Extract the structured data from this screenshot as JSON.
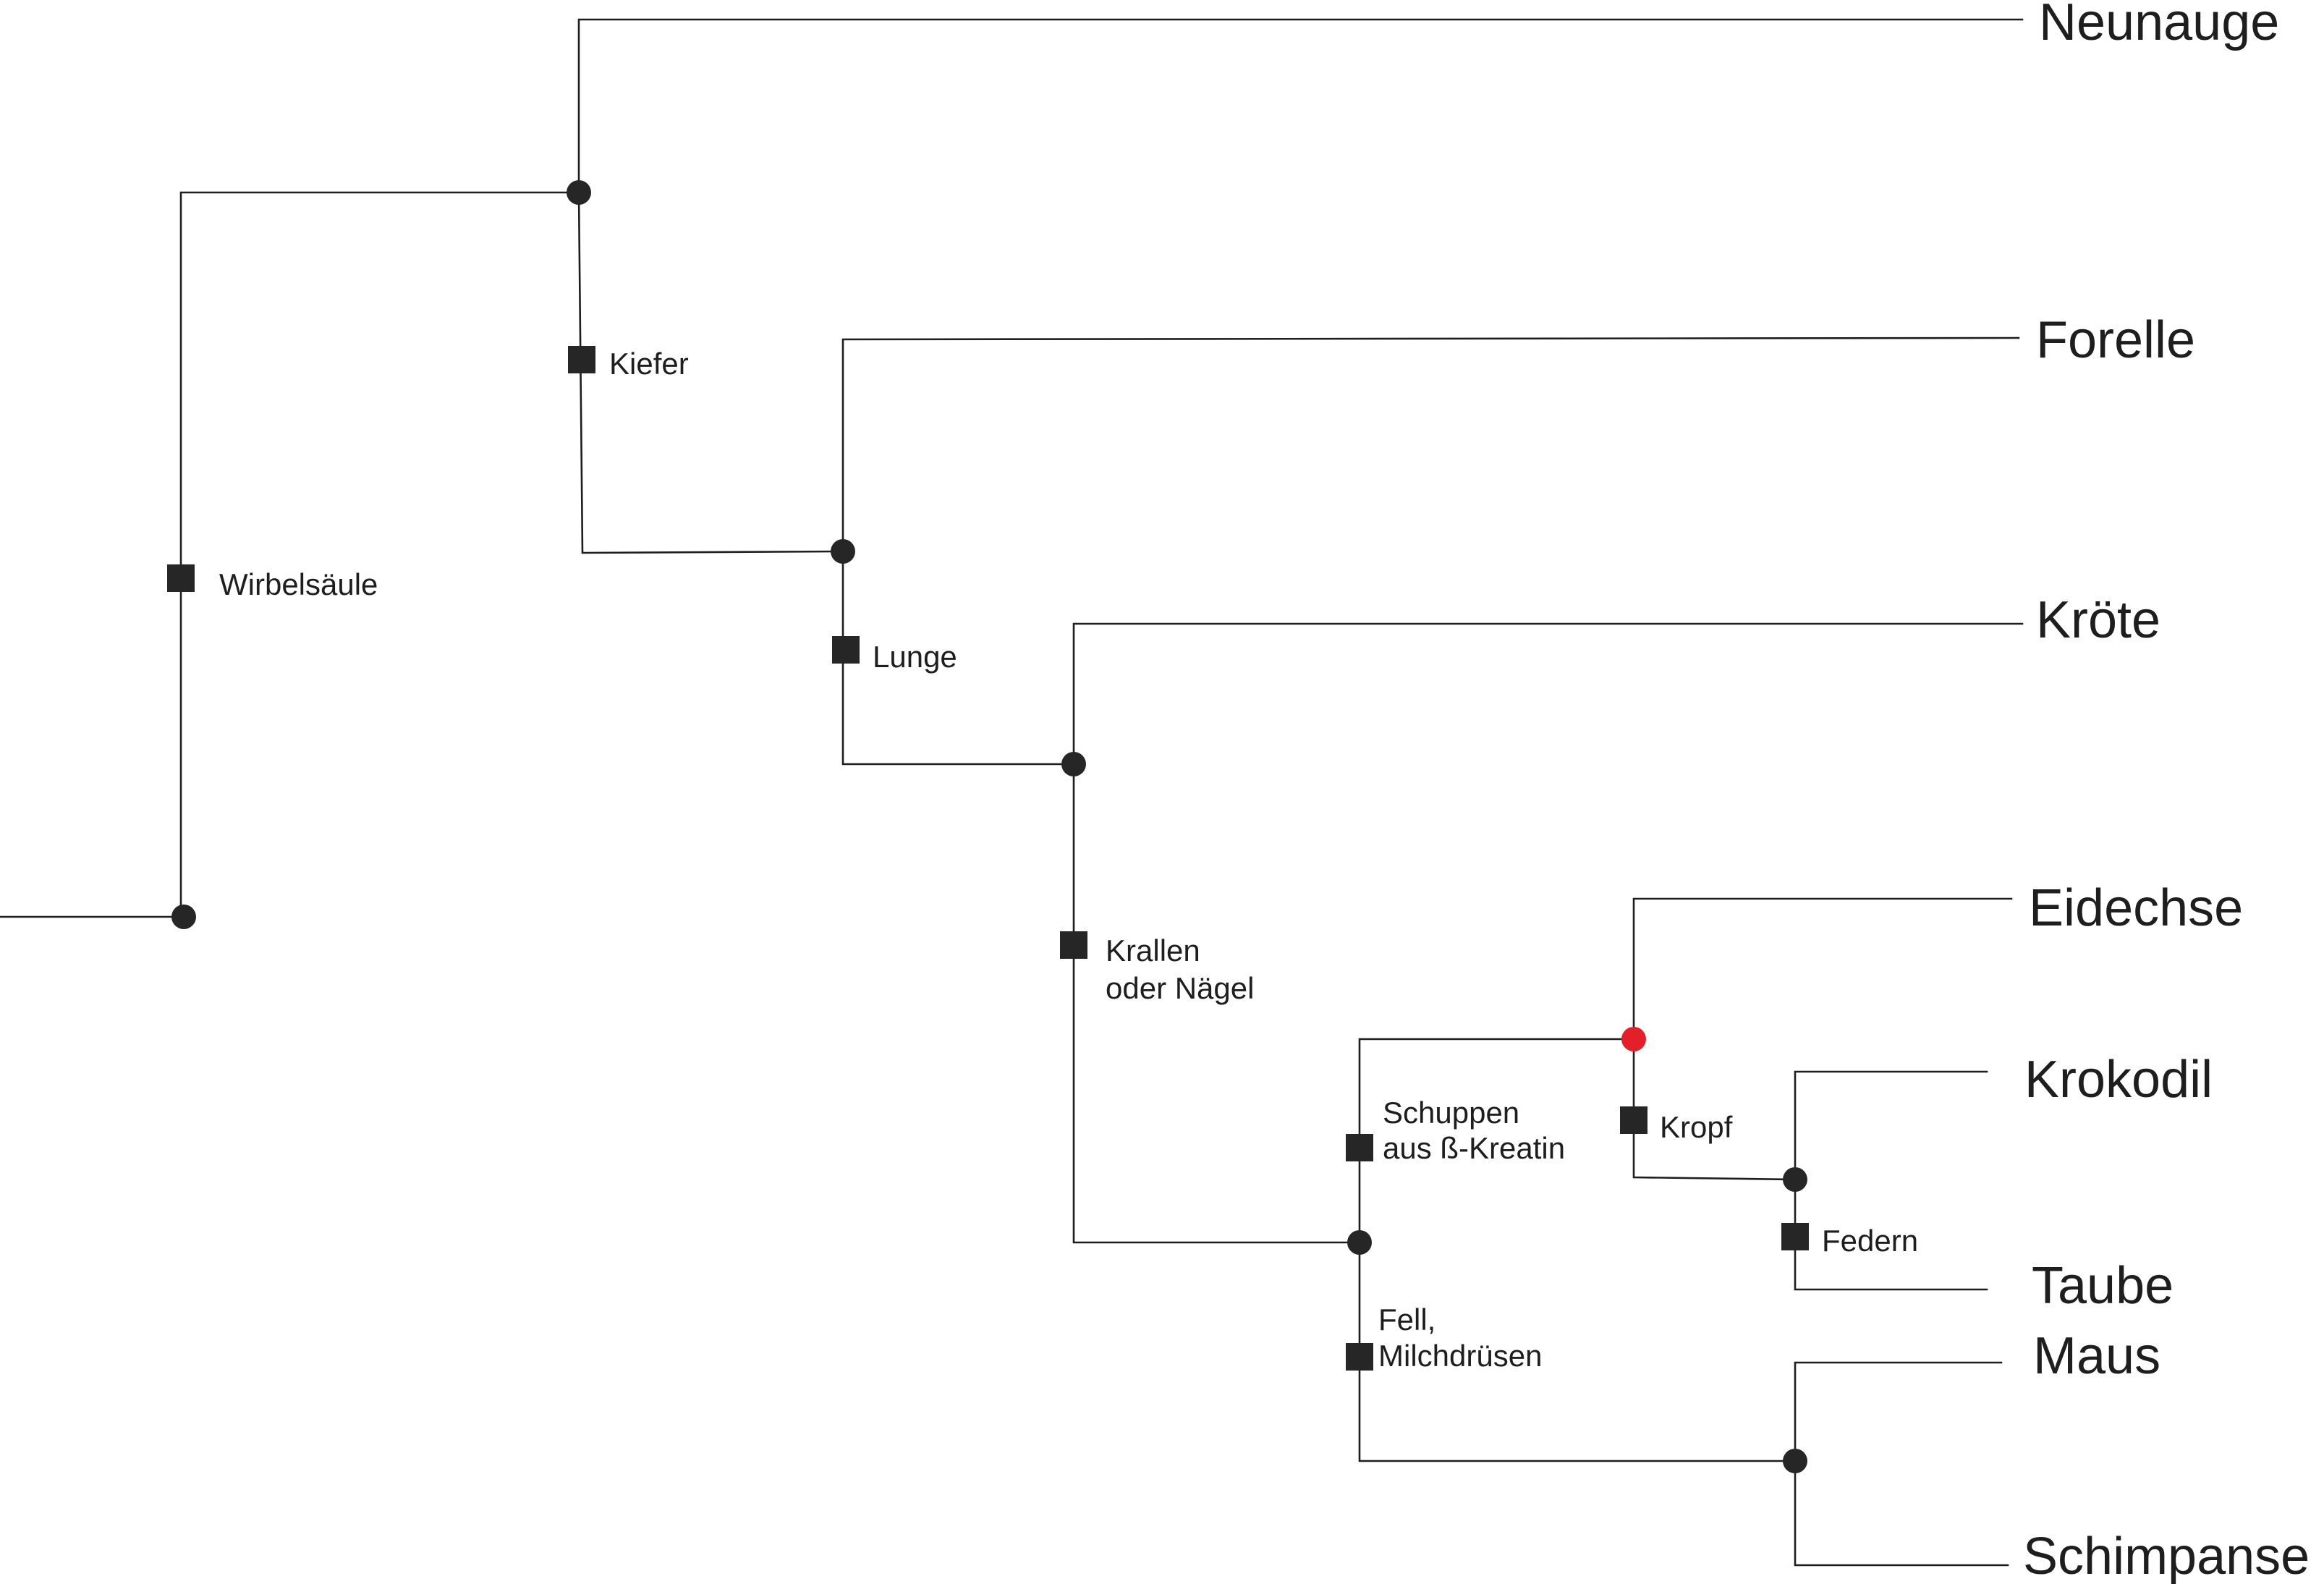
{
  "taxa": {
    "neunauge": "Neunauge",
    "forelle": "Forelle",
    "kroete": "Kröte",
    "eidechse": "Eidechse",
    "krokodil": "Krokodil",
    "taube": "Taube",
    "maus": "Maus",
    "schimpanse": "Schimpanse"
  },
  "traits": {
    "wirbelsaeule": "Wirbelsäule",
    "kiefer": "Kiefer",
    "lunge": "Lunge",
    "krallen_1": "Krallen",
    "krallen_2": "oder Nägel",
    "schuppen_1": "Schuppen",
    "schuppen_2": "aus ß-Kreatin",
    "kropf": "Kropf",
    "federn": "Federn",
    "fell_1": "Fell,",
    "fell_2": "Milchdrüsen"
  },
  "colors": {
    "line": "#1e1e1e",
    "node": "#262626",
    "highlight_node": "#e3202a"
  }
}
